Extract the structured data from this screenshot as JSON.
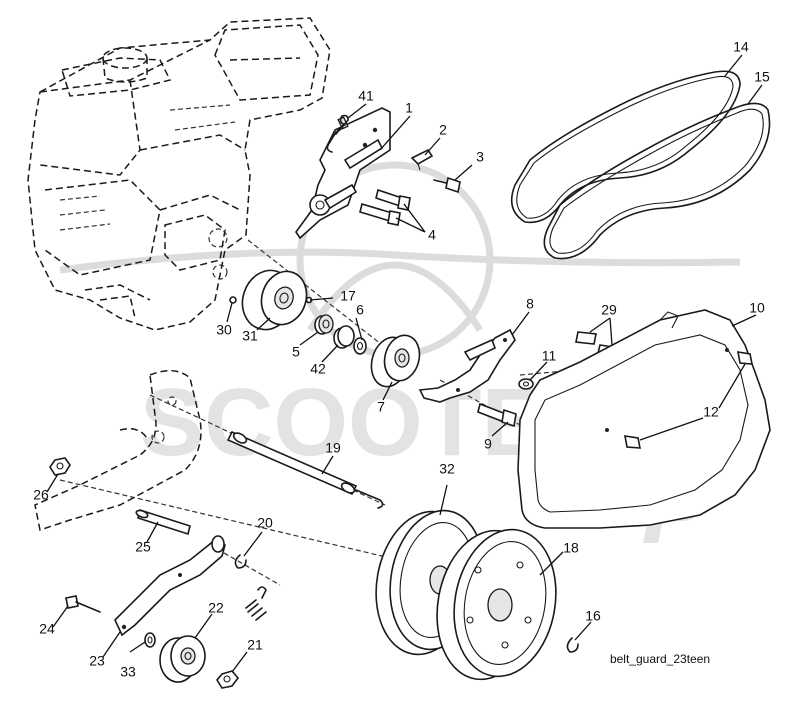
{
  "caption": "belt_guard_23teen",
  "labels": {
    "l1": "1",
    "l2": "2",
    "l3": "3",
    "l4": "4",
    "l5": "5",
    "l6": "6",
    "l7": "7",
    "l8": "8",
    "l9": "9",
    "l10": "10",
    "l11": "11",
    "l12": "12",
    "l14": "14",
    "l15": "15",
    "l16": "16",
    "l17": "17",
    "l18": "18",
    "l19": "19",
    "l20": "20",
    "l21": "21",
    "l22": "22",
    "l23": "23",
    "l24": "24",
    "l25": "25",
    "l26": "26",
    "l29": "29",
    "l30": "30",
    "l31": "31",
    "l32": "32",
    "l33": "33",
    "l41": "41",
    "l42": "42"
  },
  "watermark": {
    "text": "SCOOTER",
    "script": "zip"
  }
}
